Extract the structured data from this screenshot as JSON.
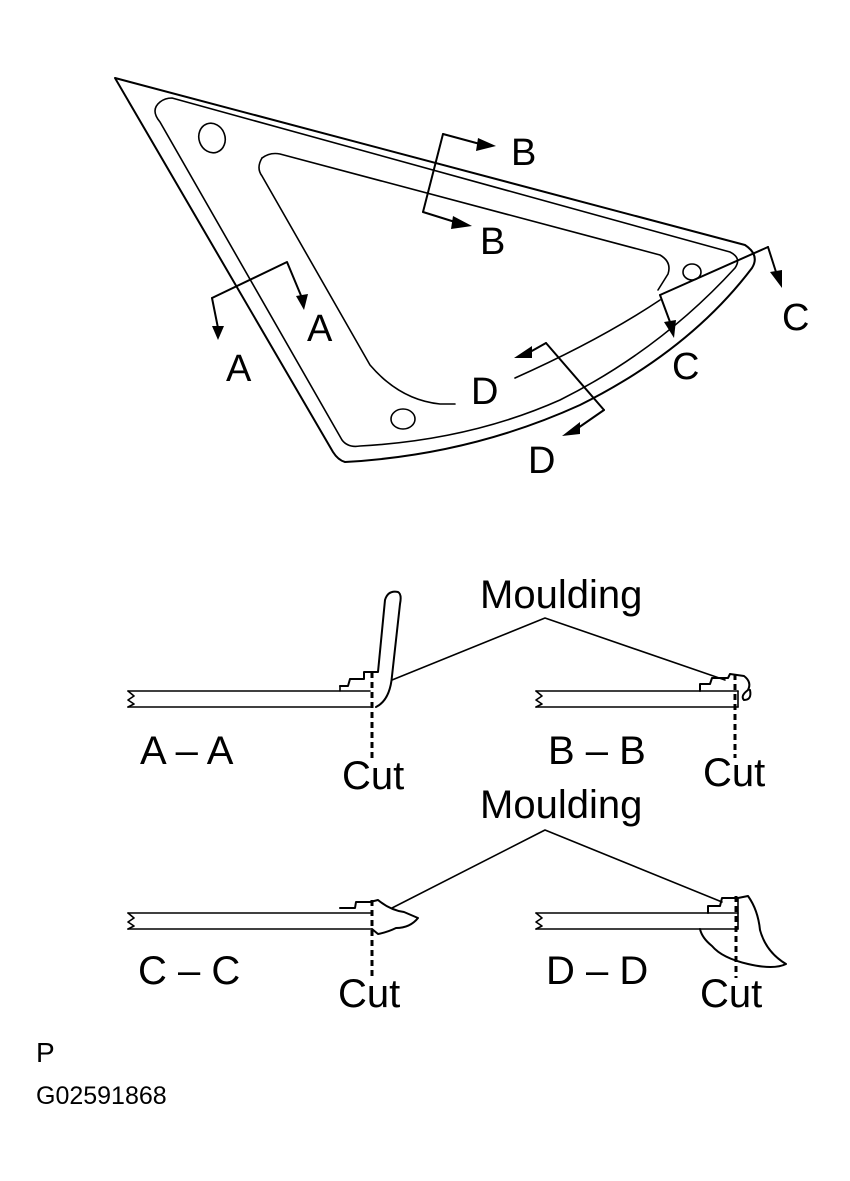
{
  "labels": {
    "section_a": "A",
    "section_b": "B",
    "section_c": "C",
    "section_d": "D",
    "moulding": "Moulding",
    "cut": "Cut",
    "aa": "A – A",
    "bb": "B – B",
    "cc": "C – C",
    "dd": "D – D",
    "view_letter": "P",
    "figure_id": "G02591868"
  }
}
